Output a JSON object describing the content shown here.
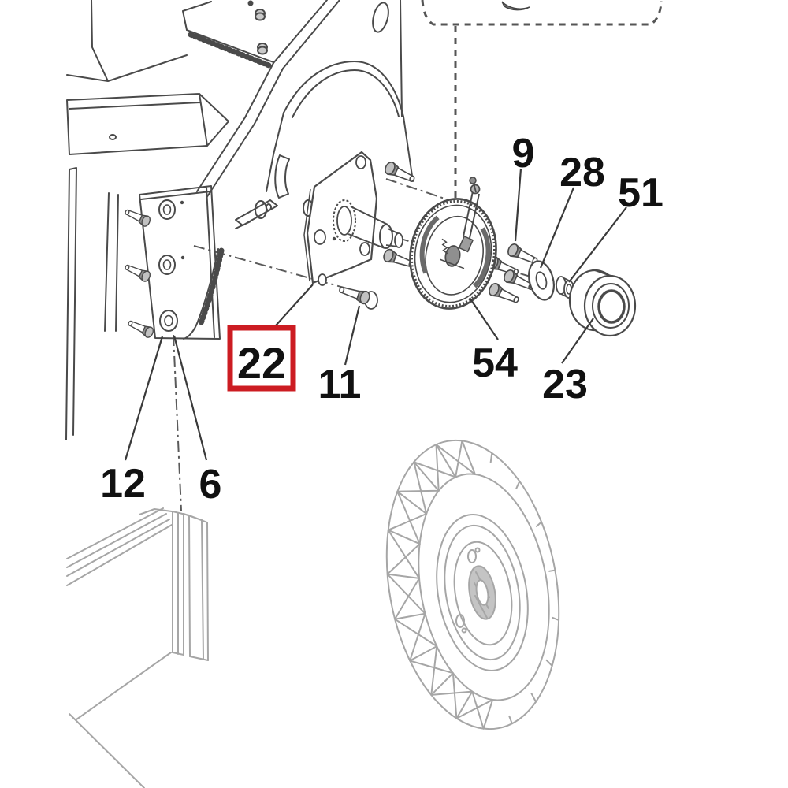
{
  "diagram": {
    "description": "Exploded parts diagram of wheel hub, drum brake and chassis frame assembly with tire",
    "background_color": "#ffffff",
    "line_color": "#4a4a4a",
    "light_line_color": "#a6a6a6",
    "label_color": "#111111",
    "highlight_color": "#cc1c22"
  },
  "callouts": {
    "c9": {
      "label": "9",
      "highlighted": false
    },
    "c28": {
      "label": "28",
      "highlighted": false
    },
    "c51": {
      "label": "51",
      "highlighted": false
    },
    "c22": {
      "label": "22",
      "highlighted": true
    },
    "c11": {
      "label": "11",
      "highlighted": false
    },
    "c54": {
      "label": "54",
      "highlighted": false
    },
    "c23": {
      "label": "23",
      "highlighted": false
    },
    "c12": {
      "label": "12",
      "highlighted": false
    },
    "c6": {
      "label": "6",
      "highlighted": false
    }
  }
}
